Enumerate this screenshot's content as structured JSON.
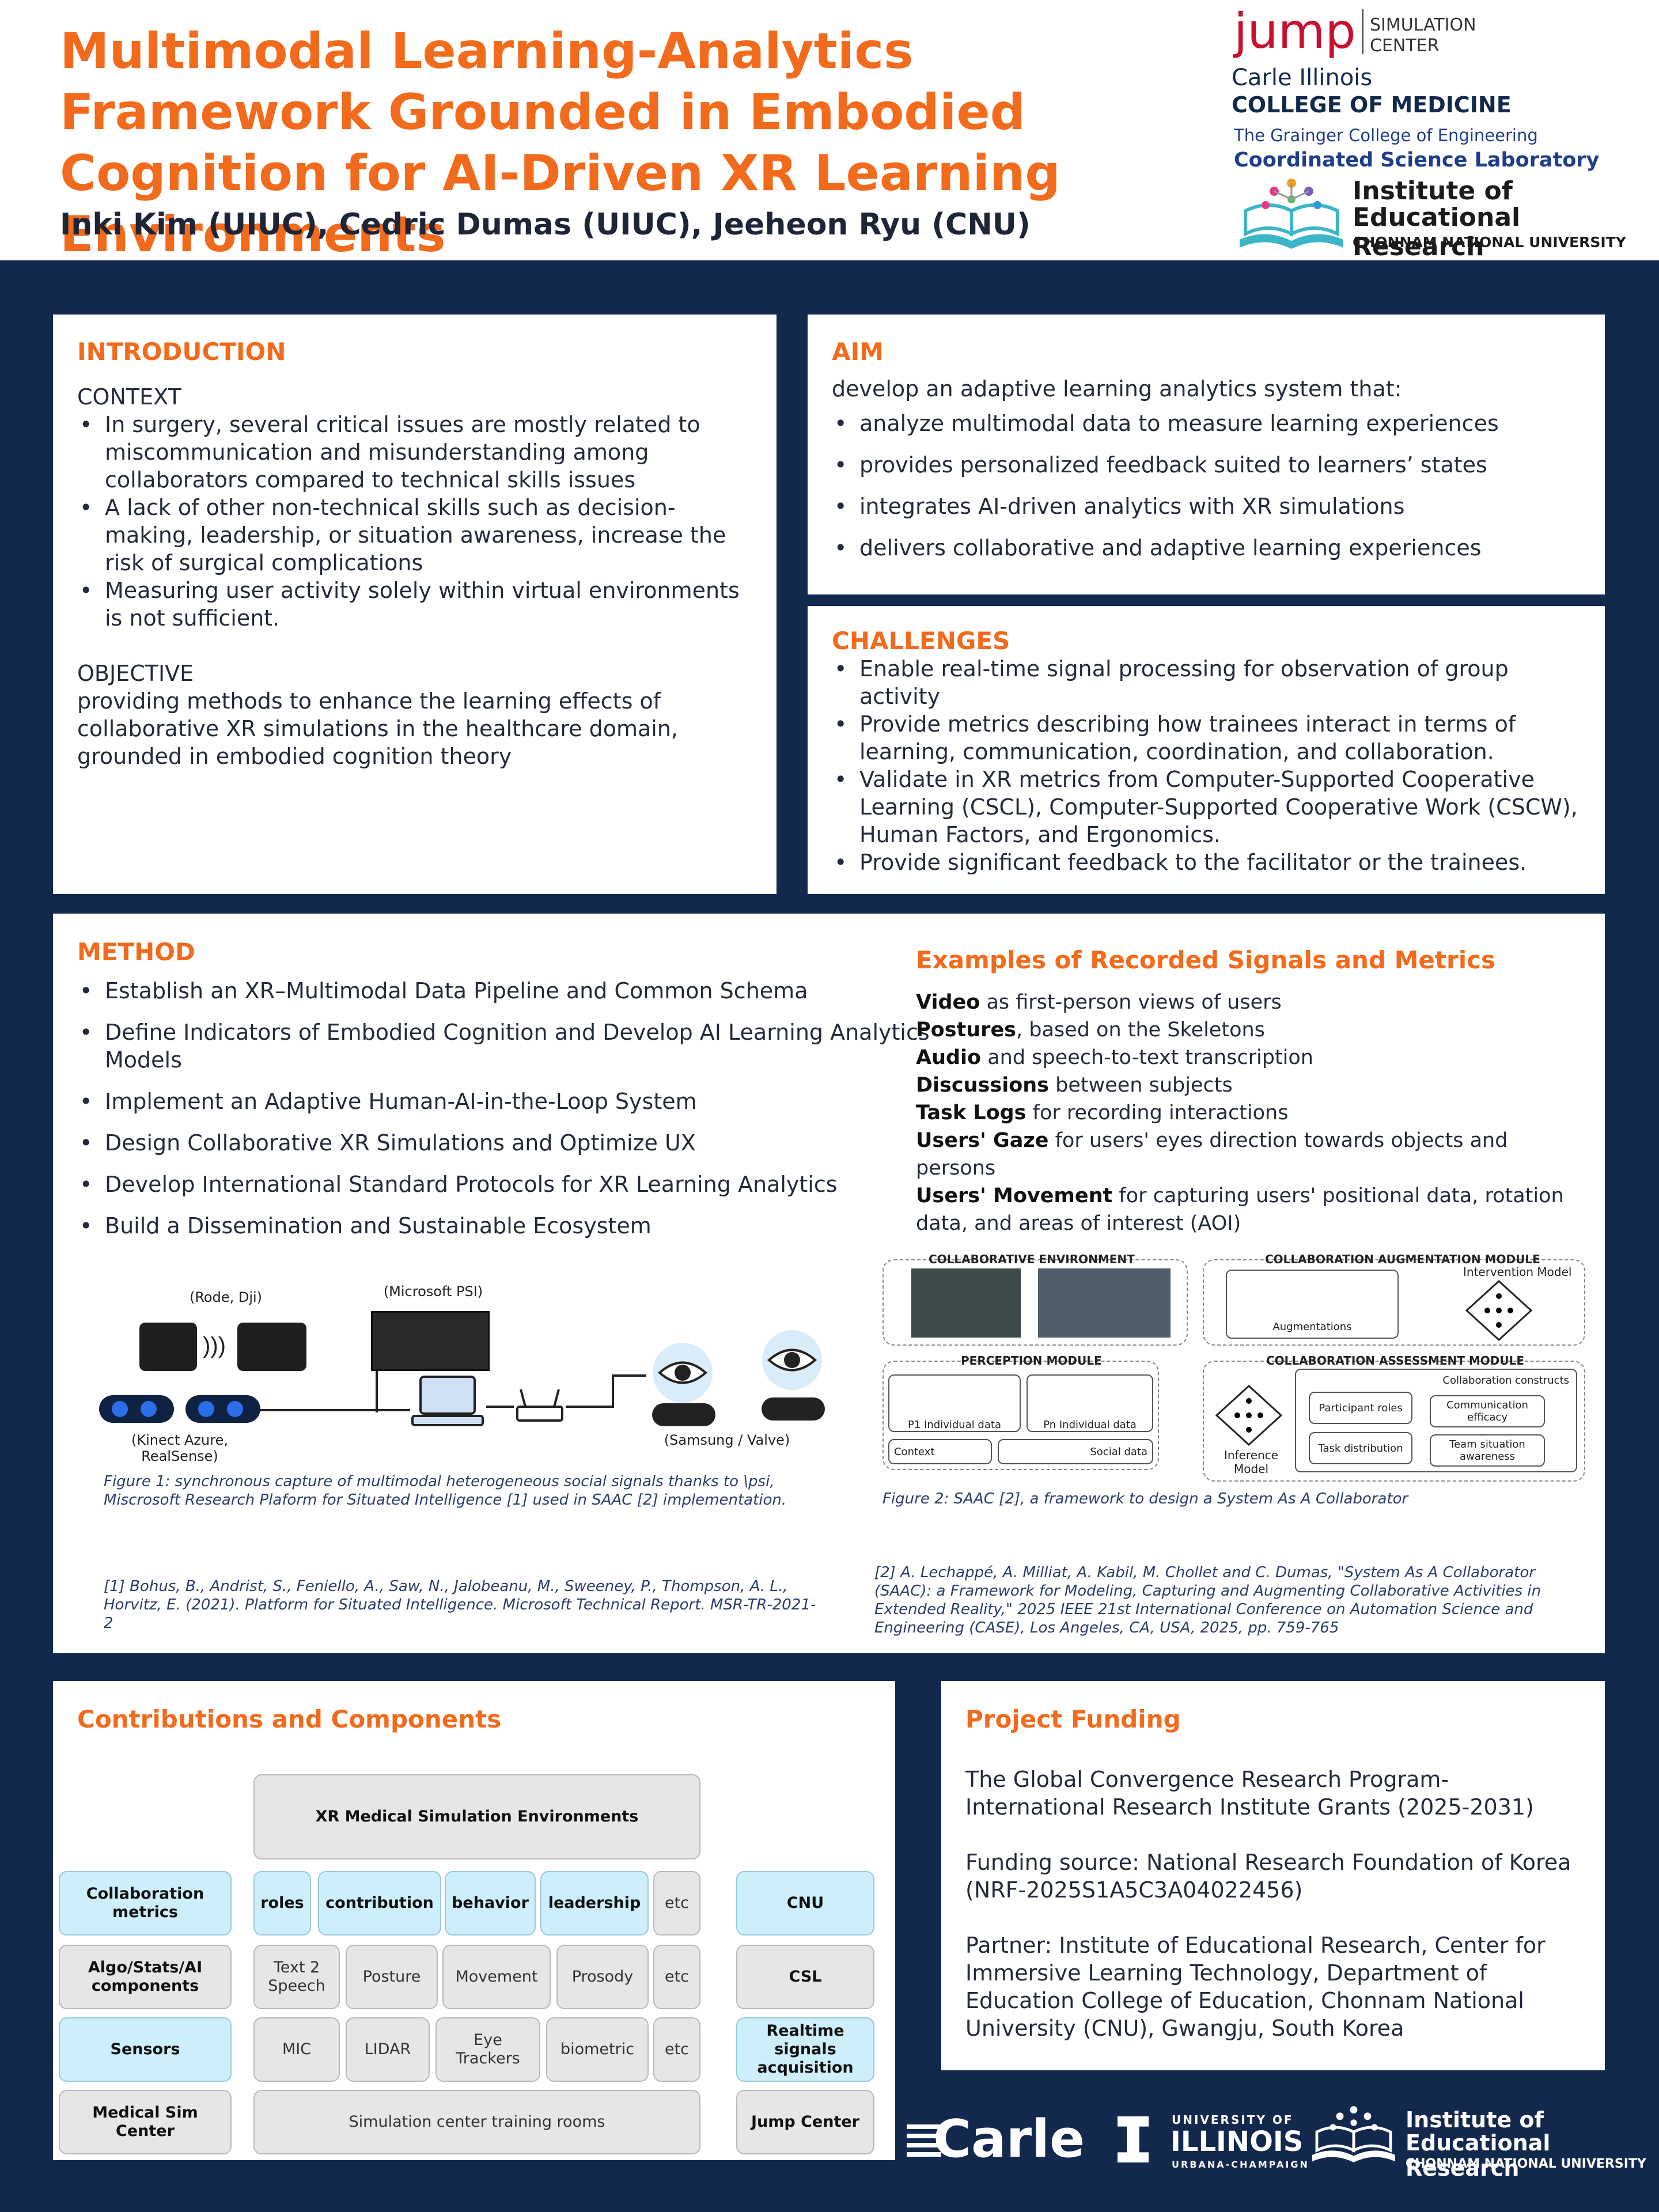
{
  "header": {
    "title": "Multimodal Learning-Analytics Framework Grounded in Embodied Cognition for AI-Driven XR Learning Environments",
    "authors": "Inki Kim (UIUC), Cedric Dumas (UIUC), Jeeheon Ryu (CNU)",
    "logos": {
      "jump": "jump",
      "jump_sub1": "SIMULATION",
      "jump_sub2": "CENTER",
      "carle": "Carle Illinois",
      "college": "COLLEGE OF MEDICINE",
      "grainger": "The Grainger College of Engineering",
      "csl": "Coordinated Science Laboratory",
      "ier1": "Institute of",
      "ier2": "Educational Research",
      "ier3": "CHONNAM NATIONAL UNIVERSITY"
    }
  },
  "intro": {
    "heading": "INTRODUCTION",
    "context_label": "CONTEXT",
    "context_items": [
      "In surgery, several critical issues are mostly related to miscommunication and misunderstanding among collaborators compared to technical skills issues",
      "A lack of other non-technical skills such as decision-making, leadership, or situation awareness, increase the risk of surgical complications",
      "Measuring user activity solely within virtual environments is not sufficient."
    ],
    "objective_label": "OBJECTIVE",
    "objective_text": "providing methods to enhance the learning effects of collaborative XR simulations in the healthcare domain, grounded in embodied cognition theory"
  },
  "aim": {
    "heading": "AIM",
    "lead": "develop an adaptive learning analytics system that:",
    "items": [
      "analyze multimodal data to measure learning experiences",
      "provides personalized feedback suited to learners’ states",
      "integrates AI-driven analytics with XR simulations",
      "delivers collaborative and adaptive learning experiences"
    ]
  },
  "challenges": {
    "heading": "CHALLENGES",
    "items": [
      "Enable real-time signal processing for observation of group activity",
      "Provide metrics describing how trainees interact in terms of learning, communication, coordination, and collaboration.",
      "Validate in XR metrics from Computer-Supported Cooperative Learning (CSCL), Computer-Supported Cooperative Work (CSCW), Human Factors, and Ergonomics.",
      "Provide significant feedback to the facilitator or the trainees."
    ]
  },
  "method": {
    "heading": "METHOD",
    "items": [
      "Establish an XR–Multimodal Data Pipeline and Common Schema",
      "Define Indicators of Embodied Cognition and Develop AI Learning Analytics Models",
      "Implement an Adaptive Human-AI-in-the-Loop System",
      "Design Collaborative XR Simulations and Optimize UX",
      "Develop International Standard Protocols for XR Learning Analytics",
      "Build a Dissemination and Sustainable Ecosystem"
    ],
    "signals_heading": "Examples of Recorded Signals and Metrics",
    "signals": [
      {
        "term": "Video",
        "desc": " as first-person views of users"
      },
      {
        "term": "Postures",
        "desc": ", based on the Skeletons"
      },
      {
        "term": "Audio",
        "desc": " and speech-to-text transcription"
      },
      {
        "term": "Discussions",
        "desc": " between subjects"
      },
      {
        "term": "Task Logs",
        "desc": " for recording interactions"
      },
      {
        "term": "Users' Gaze",
        "desc": " for users' eyes direction towards objects and persons"
      },
      {
        "term": "Users' Movement",
        "desc": " for capturing users' positional data, rotation data, and areas of interest (AOI)"
      }
    ],
    "fig1": {
      "label_rode": "(Rode, Dji)",
      "label_psi": "(Microsoft PSI)",
      "label_kinect": "(Kinect Azure, RealSense)",
      "label_samsung": "(Samsung / Valve)",
      "caption": "Figure 1:  synchronous capture of multimodal heterogeneous social signals thanks to \\psi, Miscrosoft Research Plaform for Situated Intelligence [1] used in SAAC [2] implementation.",
      "ref": "[1] Bohus, B., Andrist, S., Feniello, A., Saw, N., Jalobeanu, M., Sweeney, P., Thompson, A. L., Horvitz, E. (2021). Platform for Situated Intelligence. Microsoft Technical Report. MSR-TR-2021-2"
    },
    "fig2": {
      "collab_env": "COLLABORATIVE  ENVIRONMENT",
      "aug_module": "COLLABORATION AUGMENTATION MODULE",
      "intervention": "Intervention Model",
      "augmentations": "Augmentations",
      "perception": "PERCEPTION MODULE",
      "assessment": "COLLABORATION ASSESSMENT MODULE",
      "p1": "P1 Individual data",
      "pn": "Pn Individual data",
      "context": "Context",
      "social": "Social data",
      "constructs": "Collaboration constructs",
      "roles": "Participant roles",
      "comm": "Communication efficacy",
      "task": "Task distribution",
      "team": "Team situation awareness",
      "inference": "Inference Model",
      "caption": "Figure 2: SAAC [2], a framework to design a System As A Collaborator",
      "ref": "[2] A. Lechappé, A. Milliat, A. Kabil, M. Chollet and C. Dumas, \"System As A Collaborator (SAAC): a Framework for Modeling, Capturing and Augmenting Collaborative Activities in Extended Reality,\" 2025 IEEE 21st International Conference on Automation Science and Engineering (CASE), Los Angeles, CA, USA, 2025, pp. 759-765"
    }
  },
  "contrib": {
    "heading": "Contributions and Components",
    "top": "XR Medical Simulation Environments",
    "row1_label": "Collaboration metrics",
    "row1": [
      "roles",
      "contribution",
      "behavior",
      "leadership",
      "etc"
    ],
    "row2_label": "Algo/Stats/AI components",
    "row2": [
      "Text 2 Speech",
      "Posture",
      "Movement",
      "Prosody",
      "etc"
    ],
    "row3_label": "Sensors",
    "row3": [
      "MIC",
      "LIDAR",
      "Eye Trackers",
      "biometric",
      "etc"
    ],
    "row4_label": "Medical Sim Center",
    "row4": "Simulation center training rooms",
    "right": [
      "CNU",
      "CSL",
      "Realtime signals acquisition",
      "Jump Center"
    ]
  },
  "funding": {
    "heading": "Project Funding",
    "p1": "The Global Convergence Research Program-International Research Institute Grants (2025-2031)",
    "p2": "Funding source: National Research Foundation of Korea (NRF-2025S1A5C3A04022456)",
    "p3": "Partner: Institute of Educational Research, Center for Immersive Learning Technology, Department of Education College of Education, Chonnam National University (CNU), Gwangju, South Korea"
  },
  "footer_logos": {
    "carle": "Carle",
    "uni": "UNIVERSITY OF",
    "illinois": "ILLINOIS",
    "urbana": "URBANA-CHAMPAIGN",
    "ier1": "Institute of",
    "ier2": "Educational Research",
    "ier3": "CHONNAM NATIONAL UNIVERSITY"
  },
  "colors": {
    "navy": "#13284d",
    "orange": "#f26a1b",
    "light_blue": "#cdeefb",
    "gray": "#e6e6e6"
  }
}
